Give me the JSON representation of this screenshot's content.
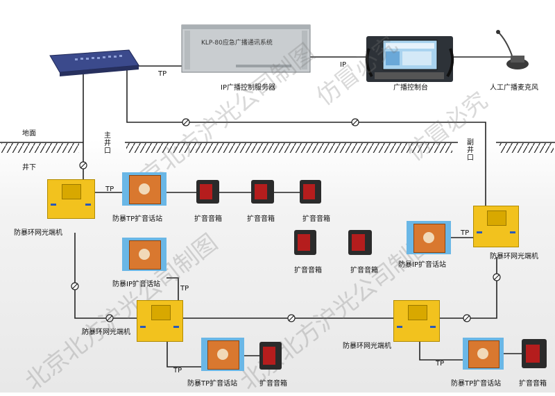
{
  "devices": {
    "server_screen_text": "KLP-80应急广播通讯系统",
    "server_label": "IP广播控制服务器",
    "console_label": "广播控制台",
    "mic_label": "人工广播麦克风",
    "ring_terminal": "防暴环网光端机",
    "station_tp": "防暴TP扩音话站",
    "station_ip": "防暴IP扩音话站",
    "speaker": "扩音音箱"
  },
  "links": {
    "tp": "TP",
    "ip": "IP"
  },
  "ground": {
    "surface": "地面",
    "underground": "井下",
    "main_shaft": "主井口",
    "aux_shaft": "副井口"
  },
  "watermarks": [
    "北京北方沪光公司制图",
    "仿冒必究"
  ],
  "colors": {
    "terminal_yellow": "#f2c21e",
    "station_blue": "#6ab7e6",
    "station_orange": "#d9782f",
    "line": "#222222"
  }
}
